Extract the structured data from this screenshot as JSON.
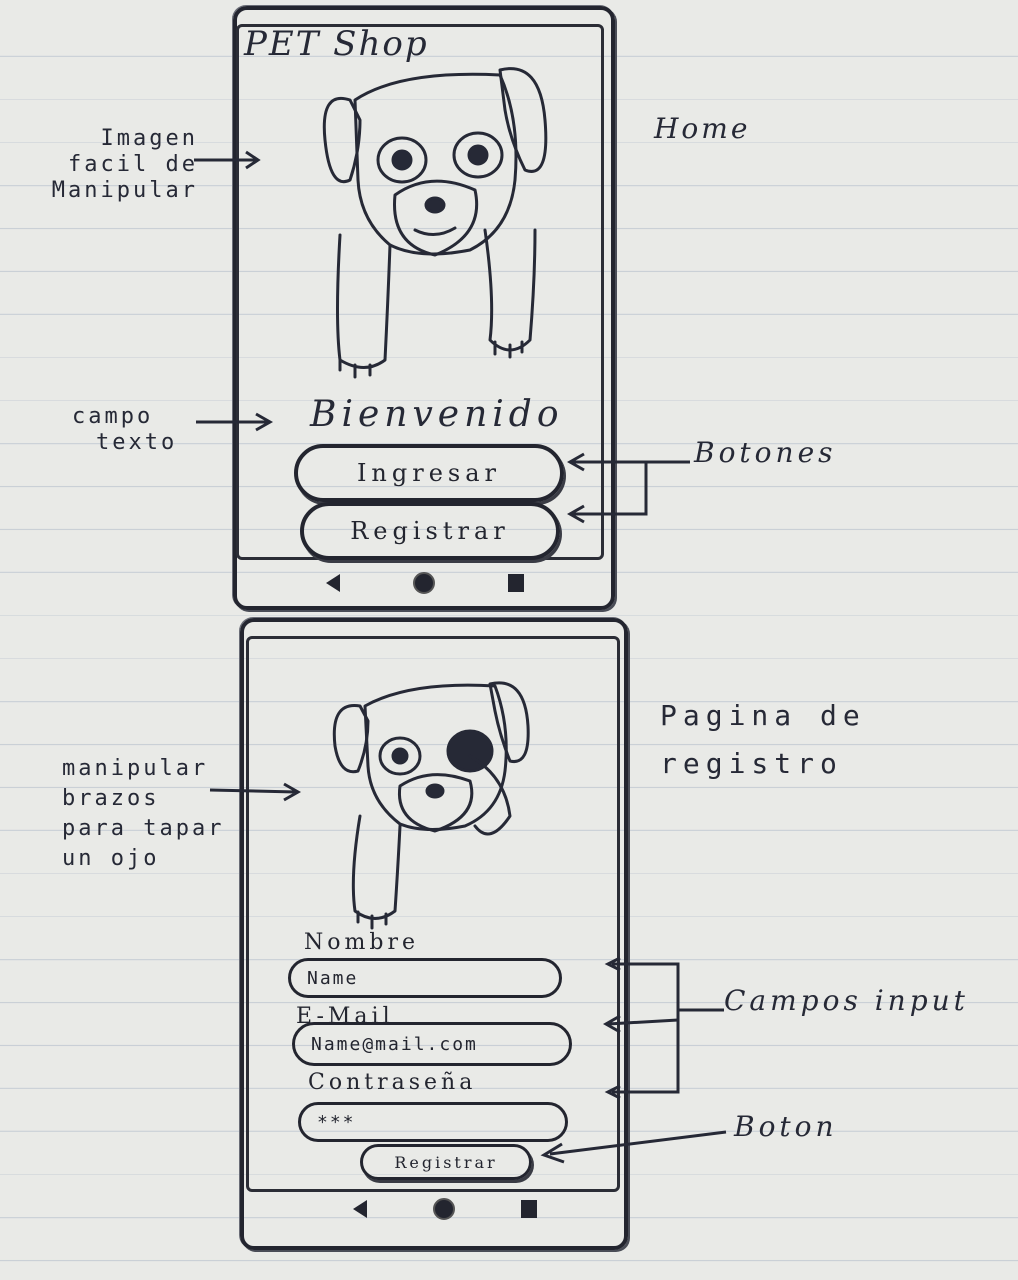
{
  "home": {
    "app_title": "PET Shop",
    "welcome": "Bienvenido",
    "login_button": "Ingresar",
    "register_button": "Registrar",
    "label": "Home"
  },
  "register": {
    "label_line1": "Pagina de",
    "label_line2": "registro",
    "name_label": "Nombre",
    "name_value": "Name",
    "email_label": "E-Mail",
    "email_value": "Name@mail.com",
    "password_label": "Contraseña",
    "password_value": "***",
    "submit_button": "Registrar"
  },
  "annotations": {
    "image": [
      "Imagen",
      "facil de",
      "Manipular"
    ],
    "text_field": [
      "campo",
      "texto"
    ],
    "buttons": "Botones",
    "arms": [
      "manipular",
      "brazos",
      "para tapar",
      "un ojo"
    ],
    "inputs": "Campos input",
    "button": "Boton"
  }
}
